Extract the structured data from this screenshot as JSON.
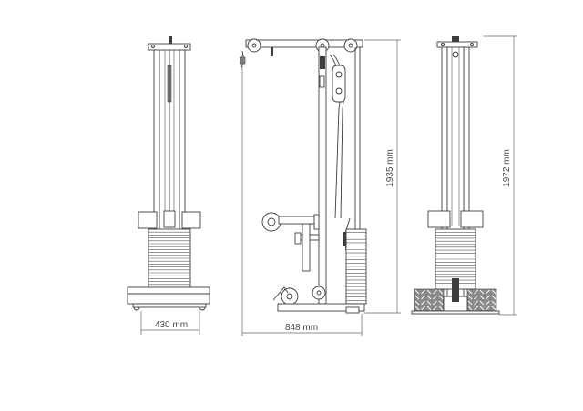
{
  "dimensions": {
    "front_width": "430 mm",
    "side_depth": "848 mm",
    "side_height": "1935 mm",
    "rear_height": "1972 mm"
  },
  "colors": {
    "line": "#3d3d3d",
    "dimension": "#6a6a6a",
    "background": "#ffffff"
  }
}
